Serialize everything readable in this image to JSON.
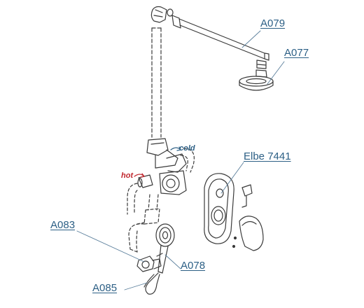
{
  "labels": {
    "arm": "A079",
    "head": "A077",
    "mixer": "Elbe 7441",
    "holder": "A083",
    "handshower": "A078",
    "hose": "A085"
  },
  "flow": {
    "hot": "hot",
    "cold": "cold",
    "hot_color": "#c0262d",
    "cold_color": "#2c5f85"
  },
  "colors": {
    "line": "#3a3a3a",
    "label": "#2c5f85",
    "leader": "#5b7f9c"
  }
}
